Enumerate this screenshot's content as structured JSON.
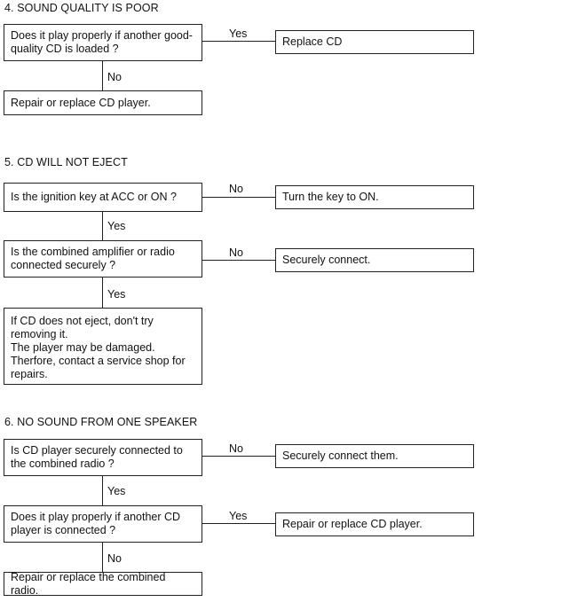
{
  "sections": [
    {
      "title": "4.  SOUND QUALITY IS POOR",
      "q1": "Does it play properly if another good-\nquality CD is loaded ?",
      "q1_yes_label": "Yes",
      "q1_yes_action": "Replace CD",
      "q1_no_label": "No",
      "q1_no_action": "Repair or replace CD player."
    },
    {
      "title": "5.  CD WILL NOT EJECT",
      "q1": "Is the ignition key at ACC or ON ?",
      "q1_no_label": "No",
      "q1_no_action": "Turn the key to ON.",
      "q1_yes_label": "Yes",
      "q2": "Is the combined amplifier or radio\nconnected securely ?",
      "q2_no_label": "No",
      "q2_no_action": "Securely connect.",
      "q2_yes_label": "Yes",
      "note": "If  CD does not eject, don't try\nremoving it.\nThe player may be damaged.\nTherfore,  contact a service shop for\nrepairs."
    },
    {
      "title": "6.  NO SOUND FROM ONE SPEAKER",
      "q1": "Is CD player securely connected to\nthe combined radio ?",
      "q1_no_label": "No",
      "q1_no_action": "Securely connect them.",
      "q1_yes_label": "Yes",
      "q2": "Does it play properly if another CD\nplayer is connected ?",
      "q2_yes_label": "Yes",
      "q2_yes_action": "Repair or replace CD player.",
      "q2_no_label": "No",
      "q2_no_action": "Repair or replace the combined radio."
    }
  ]
}
